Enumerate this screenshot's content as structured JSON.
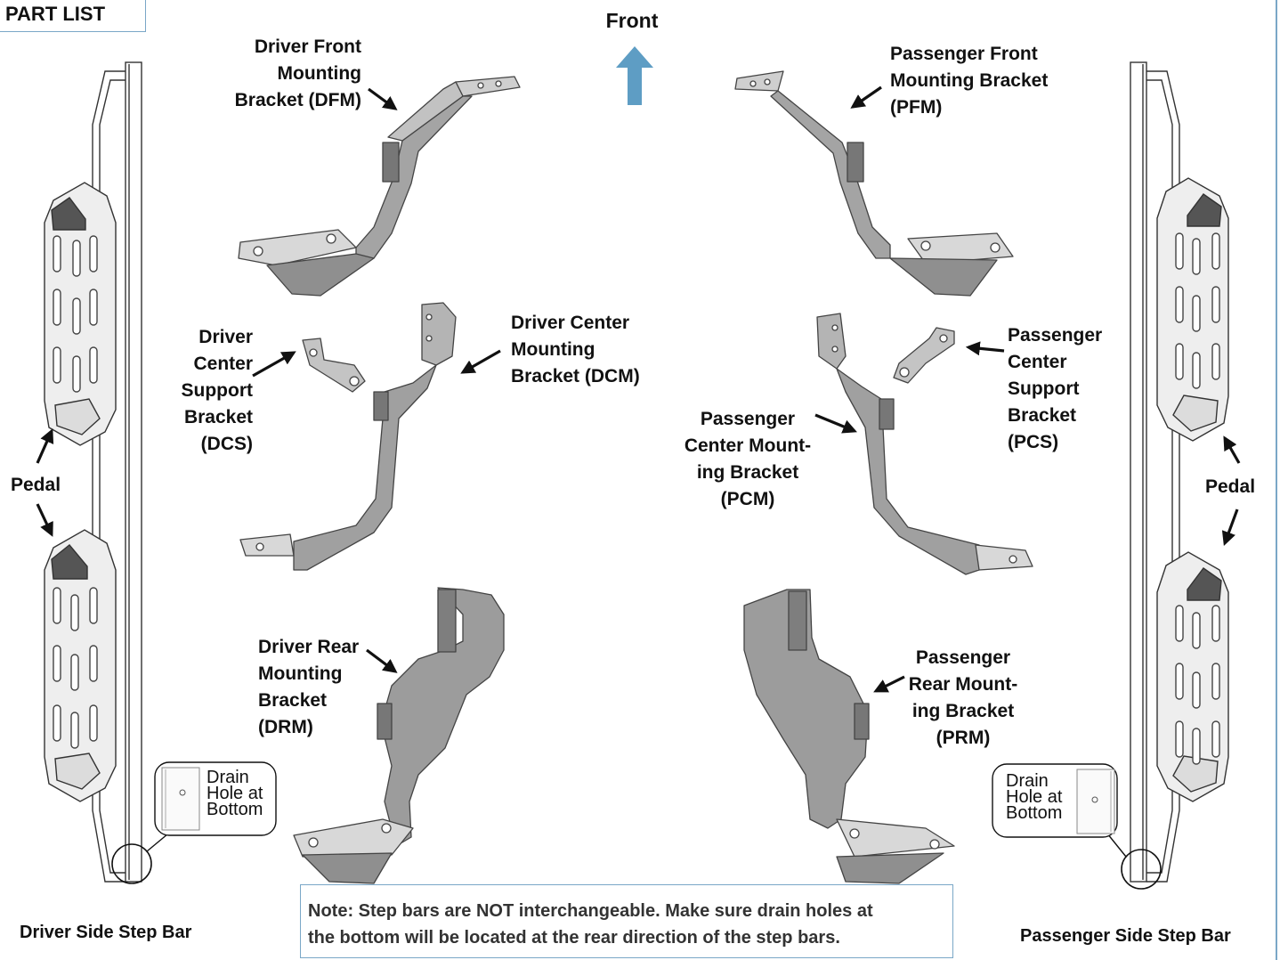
{
  "header": {
    "part_list": "PART LIST",
    "front": "Front"
  },
  "labels": {
    "dfm": [
      "Driver Front",
      "Mounting",
      "Bracket (DFM)"
    ],
    "pfm": [
      "Passenger Front",
      "Mounting Bracket",
      "(PFM)"
    ],
    "dcs": [
      "Driver",
      "Center",
      "Support",
      "Bracket",
      "(DCS)"
    ],
    "dcm": [
      "Driver Center",
      "Mounting",
      "Bracket (DCM)"
    ],
    "pcs": [
      "Passenger",
      "Center",
      "Support",
      "Bracket",
      "(PCS)"
    ],
    "pcm": [
      "Passenger",
      "Center Mount-",
      "ing Bracket",
      "(PCM)"
    ],
    "drm": [
      "Driver Rear",
      "Mounting",
      "Bracket",
      "(DRM)"
    ],
    "prm": [
      "Passenger",
      "Rear Mount-",
      "ing Bracket",
      "(PRM)"
    ],
    "pedal_left": "Pedal",
    "pedal_right": "Pedal",
    "drain_left": [
      "Drain",
      "Hole at",
      "Bottom"
    ],
    "drain_right": [
      "Drain",
      "Hole at",
      "Bottom"
    ]
  },
  "captions": {
    "driver_side": "Driver Side Step Bar",
    "passenger_side": "Passenger Side Step Bar"
  },
  "note": {
    "line1": "Note: Step bars are NOT interchangeable. Make sure drain holes at",
    "line2": "the bottom will be located at the rear direction of the step bars."
  },
  "colors": {
    "accent": "#7aa7c7",
    "front_arrow": "#5e9dc4",
    "metal": "#9a9a9a",
    "metal_light": "#c8c8c8",
    "metal_dark": "#6e6e6e"
  }
}
